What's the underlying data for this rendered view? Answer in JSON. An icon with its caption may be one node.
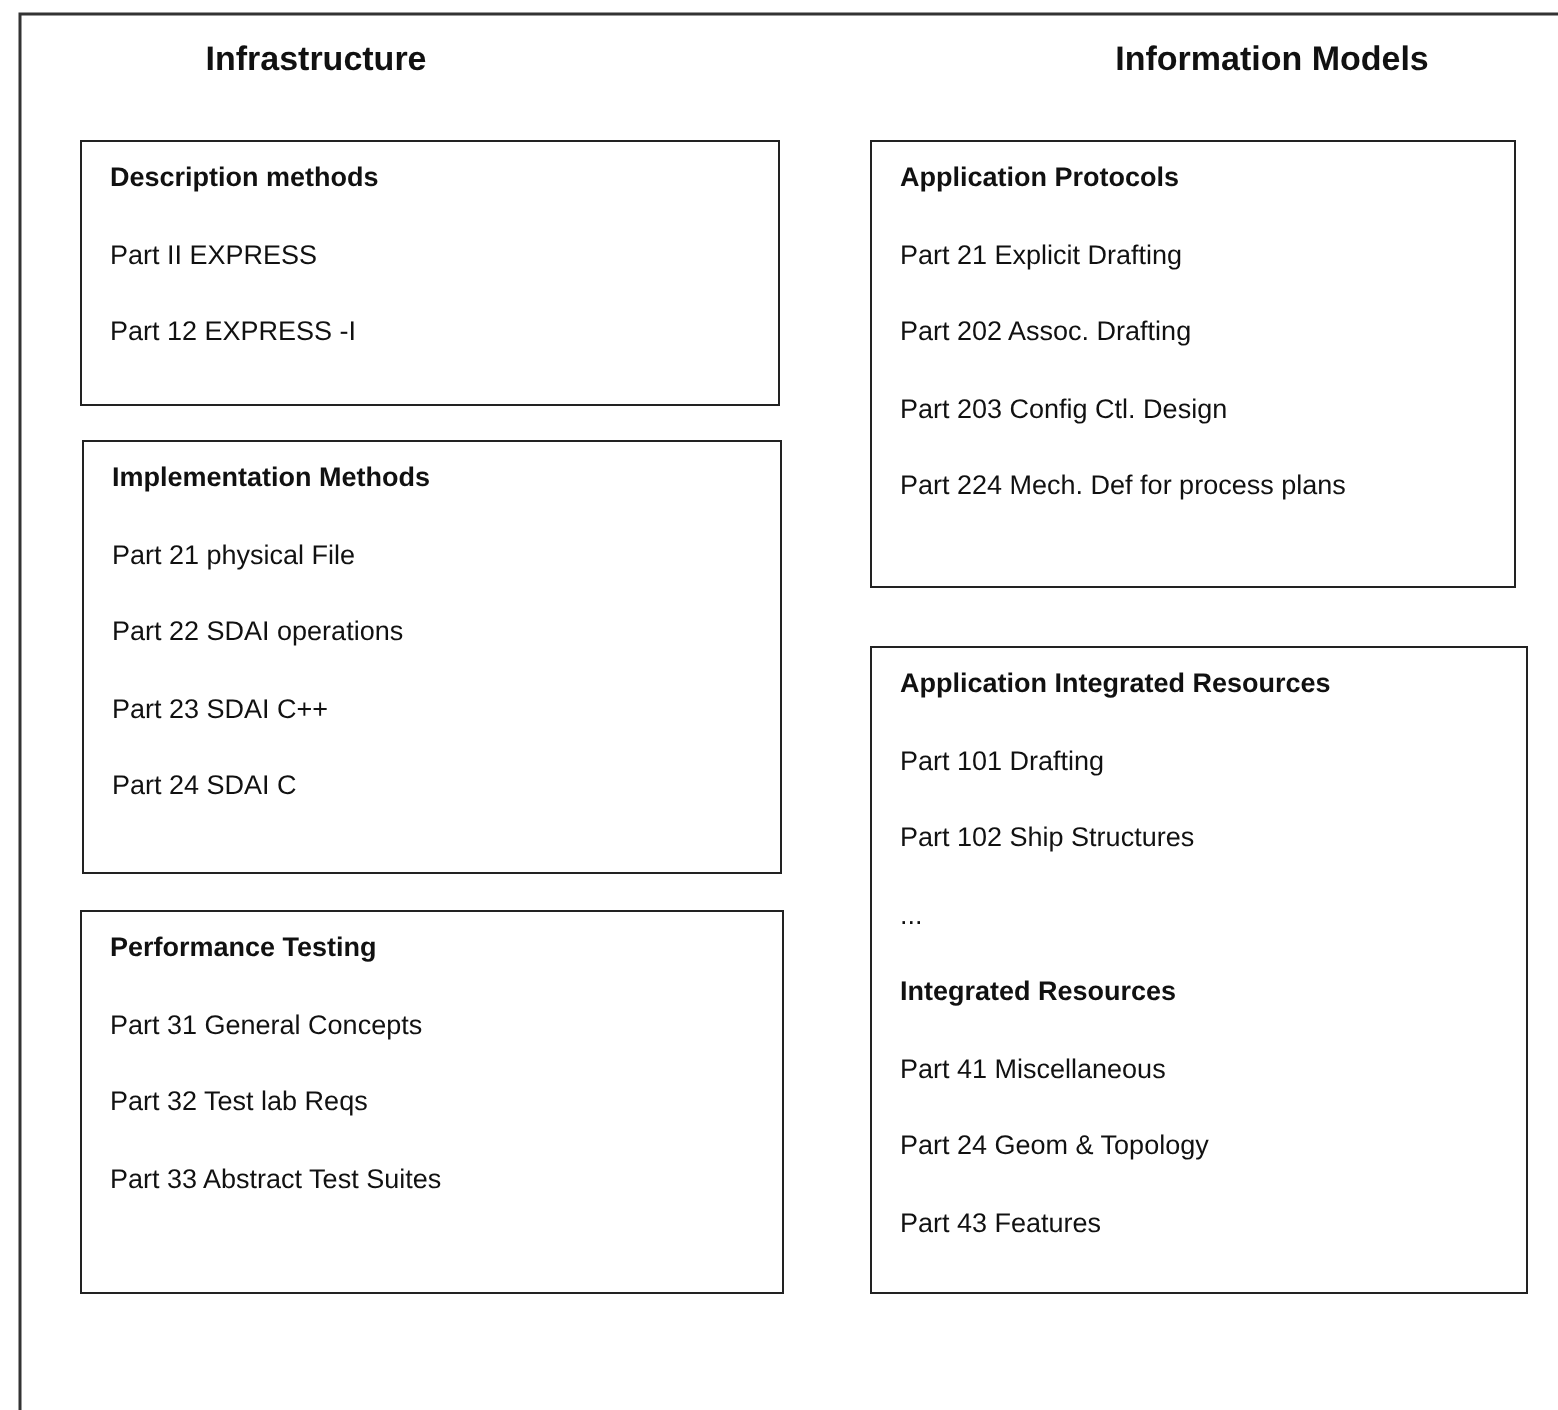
{
  "diagram": {
    "nodes": [
      {
        "text": [
          "Description methods",
          "Part II EXPRESS",
          "Part 12 EXPRESS -I"
        ]
      },
      {
        "text": [
          "Implementation Methods",
          "Part 21 physical File",
          "Part 22 SDAI operations",
          "Part 23 SDAI C++",
          "Part 24 SDAI C"
        ]
      },
      {
        "text": [
          "Performance Testing",
          "Part 31 General Concepts",
          "Part 32 Test lab Reqs",
          "Part 33 Abstract Test Suites"
        ]
      },
      {
        "text": [
          "Application Protocols",
          "Part 21 Explicit Drafting",
          "Part 202 Assoc. Drafting",
          "Part 203 Config Ctl. Design",
          "Part 224 Mech. Def for process plans"
        ]
      },
      {
        "text": [
          "Application Integrated Resources",
          "Part 101 Drafting",
          "Part 102 Ship Structures",
          "...",
          "**Integrated Resources**",
          "Part 41 Miscellaneous",
          "Part 24 Geom & Topology",
          "Part 43 Features"
        ]
      }
    ],
    "labels": [
      "Infrastructure",
      "Information Models"
    ]
  }
}
